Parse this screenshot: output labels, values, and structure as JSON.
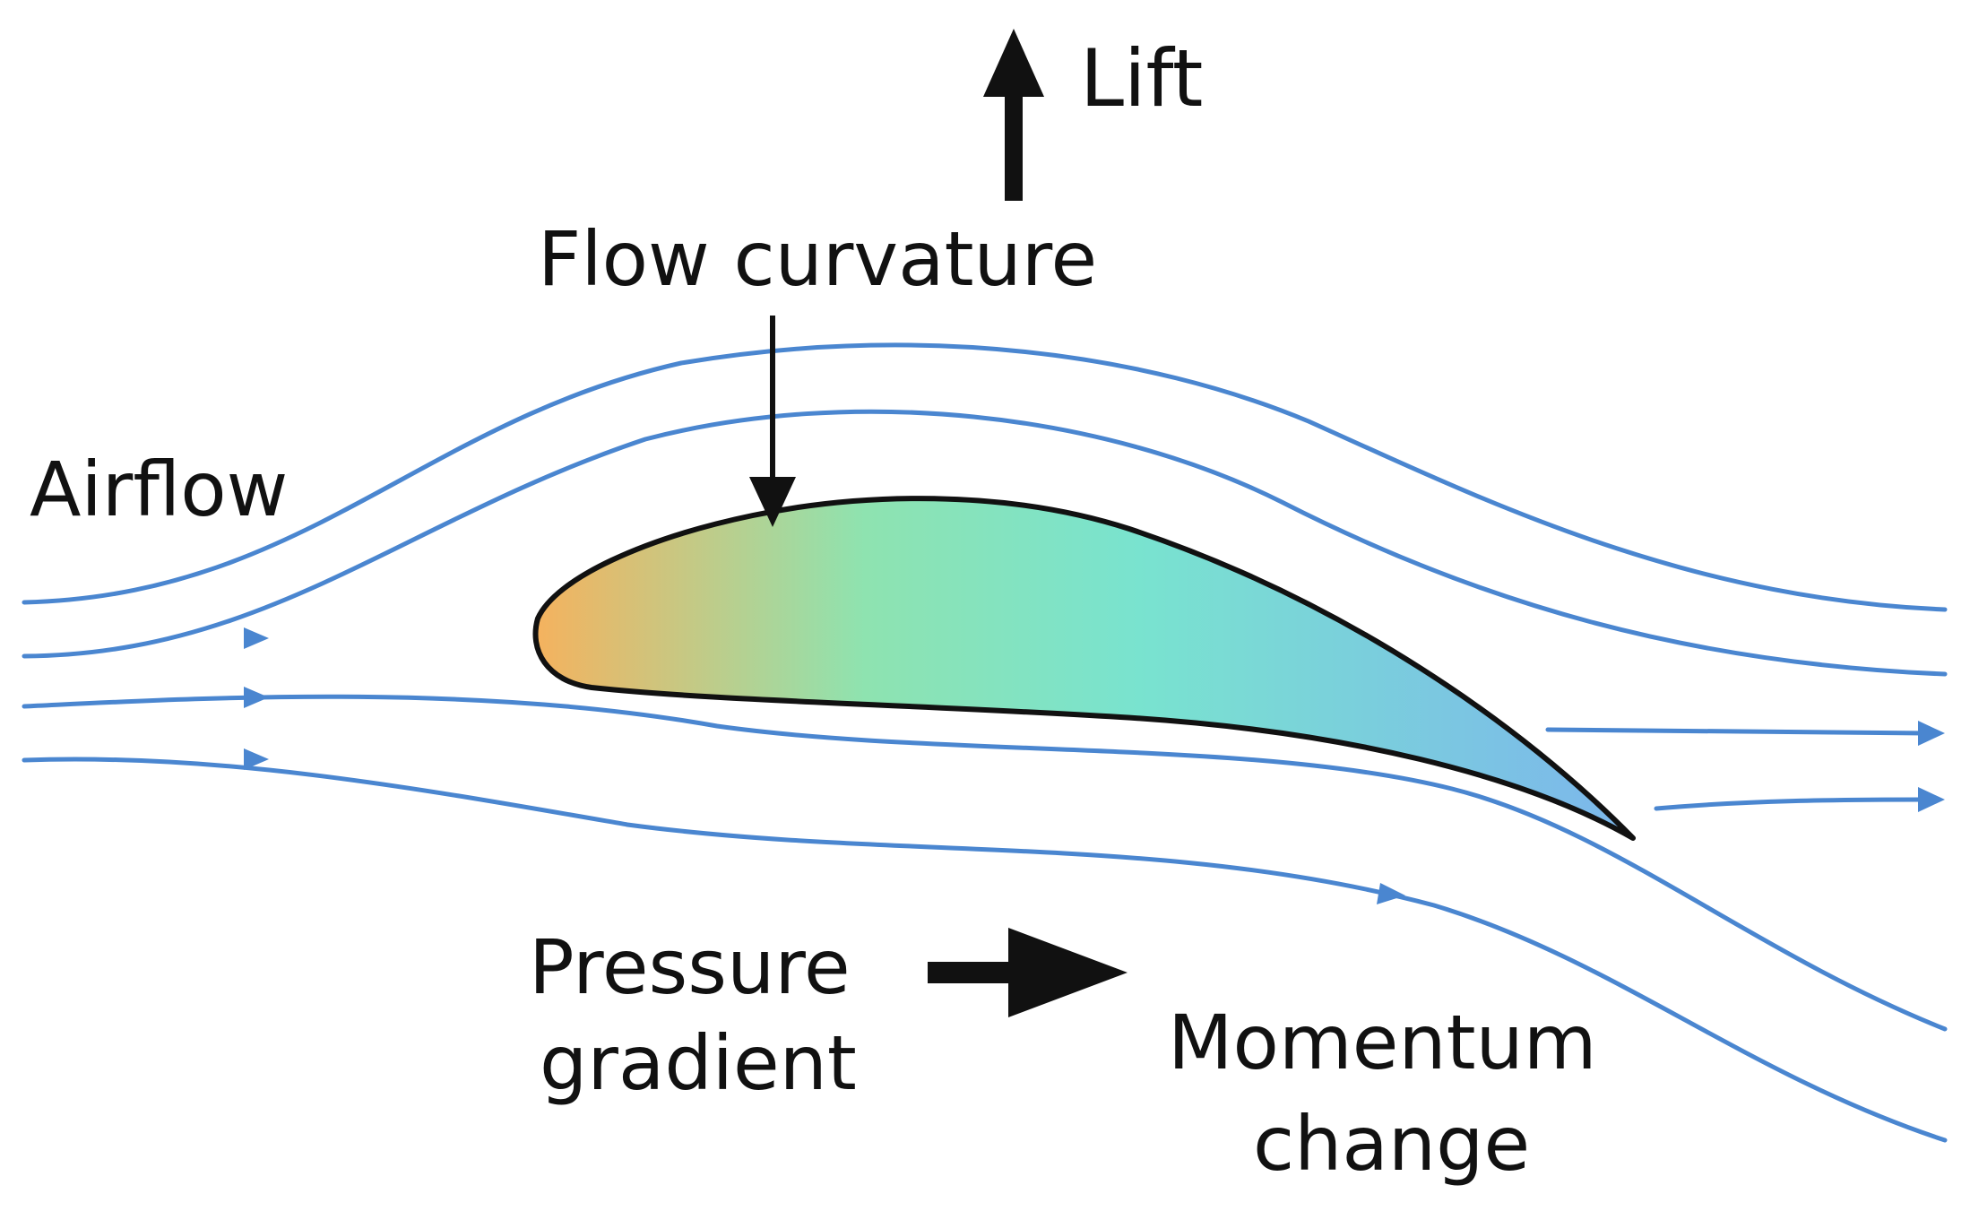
{
  "labels": {
    "lift": "Lift",
    "flow_curvature": "Flow curvature",
    "airflow": "Airflow",
    "pressure_line1": "Pressure",
    "pressure_line2": "gradient",
    "momentum_line1": "Momentum",
    "momentum_line2": "change"
  },
  "colors": {
    "streamline": "#4a86d0",
    "airfoil_outline": "#111111",
    "airfoil_gradient": [
      "#f5b25e",
      "#8ee3b0",
      "#79e3cf",
      "#7cb6ec"
    ],
    "text": "#111111"
  }
}
